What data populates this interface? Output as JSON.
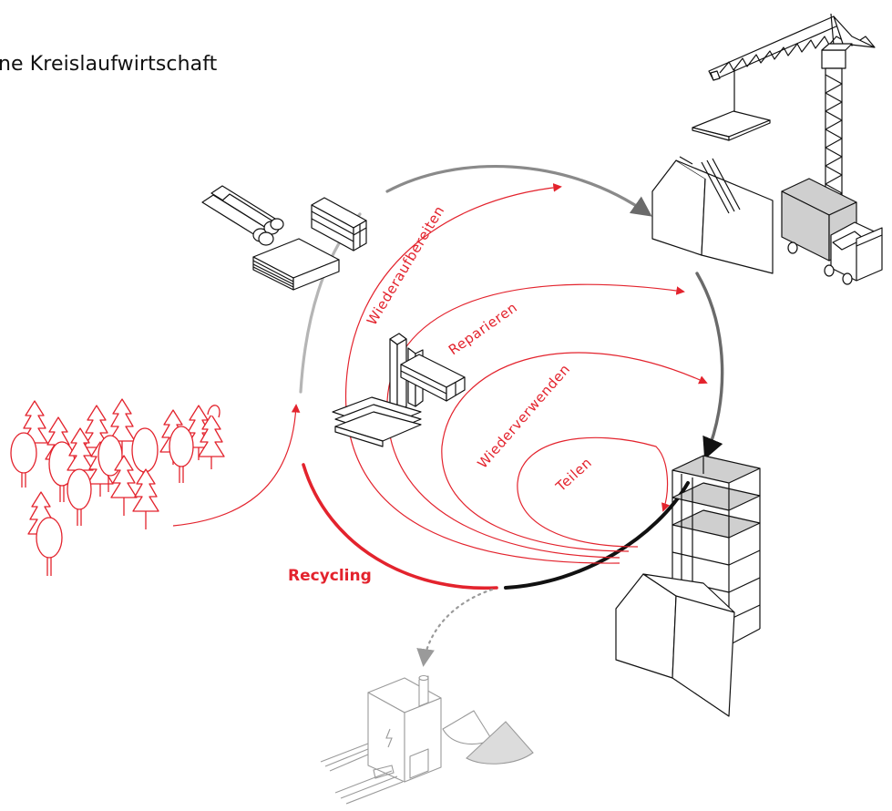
{
  "title": "ne Kreislaufwirtschaft",
  "loops": {
    "wiederaufbereiten": "Wiederaufbereiten",
    "reparieren": "Reparieren",
    "wiederverwenden": "Wiederverwenden",
    "teilen": "Teilen",
    "recycling": "Recycling"
  },
  "colors": {
    "accent_red": "#e3232d",
    "ring_light": "#b5b5b5",
    "ring_mid": "#7a7a7a",
    "ring_dark": "#111111",
    "faded": "#9a9a9a"
  },
  "icons": [
    "forest-icon",
    "raw-material-stack-icon",
    "building-elements-icon",
    "crane-icon",
    "truck-icon",
    "construction-house-icon",
    "apartment-tower-icon",
    "house-icon",
    "waste-plant-icon"
  ]
}
